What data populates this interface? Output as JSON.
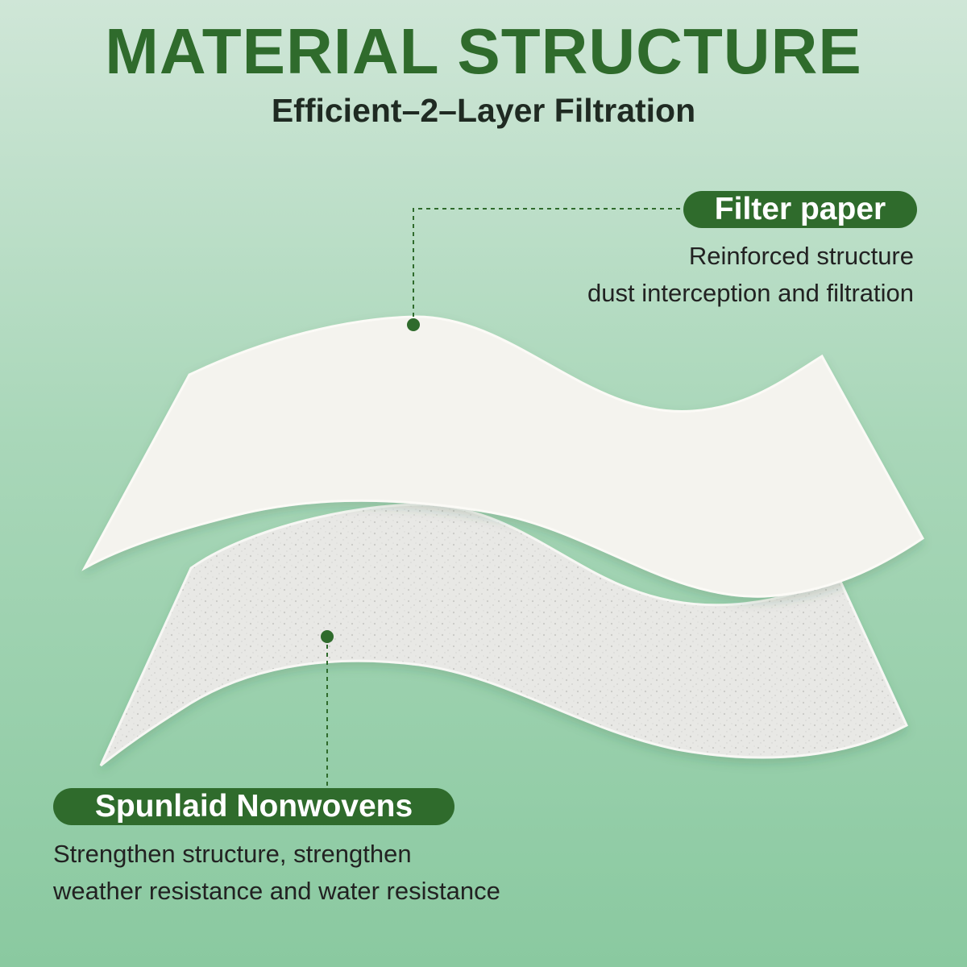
{
  "header": {
    "title": "MATERIAL STRUCTURE",
    "subtitle": "Efficient–2–Layer Filtration"
  },
  "layers": [
    {
      "name": "Filter paper",
      "description": [
        "Reinforced structure",
        "dust interception and filtration"
      ]
    },
    {
      "name": "Spunlaid Nonwovens",
      "description": [
        "Strengthen structure, strengthen",
        "weather resistance and water resistance"
      ]
    }
  ],
  "colors": {
    "accent": "#2f6b2c",
    "paper": "#f3f2ed",
    "nonwoven": "#e6e6e3"
  }
}
